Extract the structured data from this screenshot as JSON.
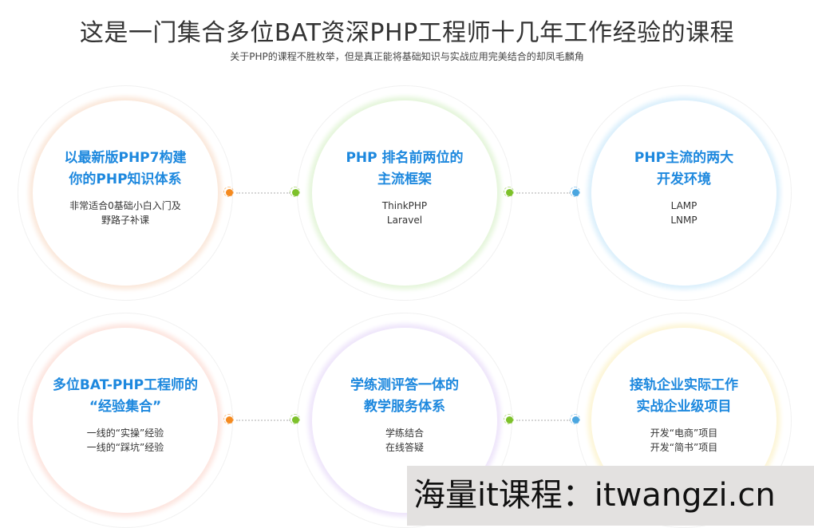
{
  "header": {
    "title": "这是一门集合多位BAT资深PHP工程师十几年工作经验的课程",
    "subtitle": "关于PHP的课程不胜枚举，但是真正能将基础知识与实战应用完美结合的却凤毛麟角"
  },
  "features": [
    {
      "heading_line1": "以最新版PHP7构建",
      "heading_line2": "你的PHP知识体系",
      "desc_line1": "非常适合0基础小白入门及",
      "desc_line2": "野路子补课",
      "ring_color": "#fbe9dc"
    },
    {
      "heading_line1": "PHP 排名前两位的",
      "heading_line2": "主流框架",
      "desc_line1": "ThinkPHP",
      "desc_line2": "Laravel",
      "ring_color": "#e6f6dc"
    },
    {
      "heading_line1": "PHP主流的两大",
      "heading_line2": "开发环境",
      "desc_line1": "LAMP",
      "desc_line2": "LNMP",
      "ring_color": "#dcf0fc"
    },
    {
      "heading_line1": "多位BAT-PHP工程师的",
      "heading_line2": "“经验集合”",
      "desc_line1": "一线的“实操”经验",
      "desc_line2": "一线的“踩坑”经验",
      "ring_color": "#fde6e0"
    },
    {
      "heading_line1": "学练测评答一体的",
      "heading_line2": "教学服务体系",
      "desc_line1": "学练结合",
      "desc_line2": "在线答疑",
      "ring_color": "#efe6fb"
    },
    {
      "heading_line1": "接轨企业实际工作",
      "heading_line2": "实战企业级项目",
      "desc_line1": "开发“电商”项目",
      "desc_line2": "开发“简书”项目",
      "ring_color": "#fdf6d8"
    }
  ],
  "connector_dots": {
    "orange": "#f58a1f",
    "green": "#7dc12a",
    "blue": "#4aa6e0"
  },
  "colors": {
    "heading": "#1d88de",
    "text": "#333333"
  },
  "watermark": {
    "text": "海量it课程：itwangzi.cn"
  }
}
